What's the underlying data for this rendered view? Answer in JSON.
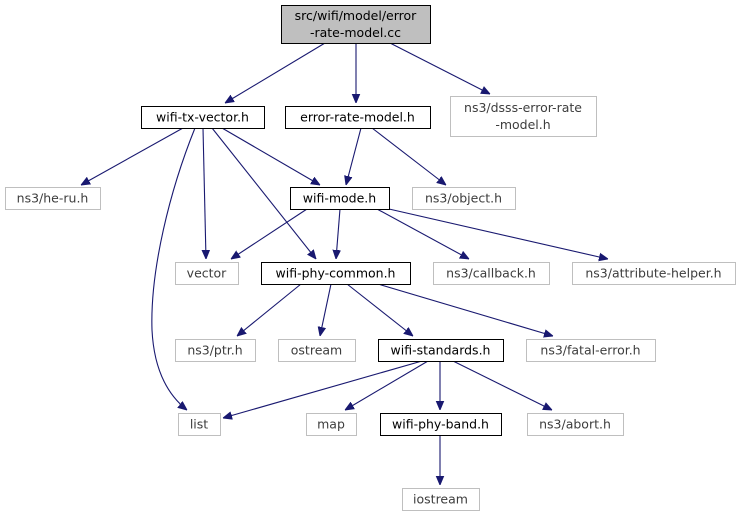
{
  "graph": {
    "nodes": [
      {
        "id": "root",
        "lines": [
          "src/wifi/model/error",
          "-rate-model.cc"
        ],
        "kind": "root"
      },
      {
        "id": "wifi_tx_vector",
        "lines": [
          "wifi-tx-vector.h"
        ],
        "kind": "int"
      },
      {
        "id": "error_rate_model",
        "lines": [
          "error-rate-model.h"
        ],
        "kind": "int"
      },
      {
        "id": "dsss_error_rate",
        "lines": [
          "ns3/dsss-error-rate",
          "-model.h"
        ],
        "kind": "ext"
      },
      {
        "id": "he_ru",
        "lines": [
          "ns3/he-ru.h"
        ],
        "kind": "ext"
      },
      {
        "id": "wifi_mode",
        "lines": [
          "wifi-mode.h"
        ],
        "kind": "int"
      },
      {
        "id": "object",
        "lines": [
          "ns3/object.h"
        ],
        "kind": "ext"
      },
      {
        "id": "vector",
        "lines": [
          "vector"
        ],
        "kind": "ext"
      },
      {
        "id": "wifi_phy_common",
        "lines": [
          "wifi-phy-common.h"
        ],
        "kind": "int"
      },
      {
        "id": "callback",
        "lines": [
          "ns3/callback.h"
        ],
        "kind": "ext"
      },
      {
        "id": "attribute_helper",
        "lines": [
          "ns3/attribute-helper.h"
        ],
        "kind": "ext"
      },
      {
        "id": "ptr",
        "lines": [
          "ns3/ptr.h"
        ],
        "kind": "ext"
      },
      {
        "id": "ostream",
        "lines": [
          "ostream"
        ],
        "kind": "ext"
      },
      {
        "id": "wifi_standards",
        "lines": [
          "wifi-standards.h"
        ],
        "kind": "int"
      },
      {
        "id": "fatal_error",
        "lines": [
          "ns3/fatal-error.h"
        ],
        "kind": "ext"
      },
      {
        "id": "list",
        "lines": [
          "list"
        ],
        "kind": "ext"
      },
      {
        "id": "map",
        "lines": [
          "map"
        ],
        "kind": "ext"
      },
      {
        "id": "wifi_phy_band",
        "lines": [
          "wifi-phy-band.h"
        ],
        "kind": "int"
      },
      {
        "id": "abort",
        "lines": [
          "ns3/abort.h"
        ],
        "kind": "ext"
      },
      {
        "id": "iostream",
        "lines": [
          "iostream"
        ],
        "kind": "ext"
      }
    ],
    "edges": [
      {
        "from": "root",
        "to": "wifi_tx_vector"
      },
      {
        "from": "root",
        "to": "error_rate_model"
      },
      {
        "from": "root",
        "to": "dsss_error_rate"
      },
      {
        "from": "wifi_tx_vector",
        "to": "he_ru"
      },
      {
        "from": "wifi_tx_vector",
        "to": "wifi_mode"
      },
      {
        "from": "wifi_tx_vector",
        "to": "vector"
      },
      {
        "from": "wifi_tx_vector",
        "to": "wifi_phy_common"
      },
      {
        "from": "wifi_tx_vector",
        "to": "list"
      },
      {
        "from": "error_rate_model",
        "to": "wifi_mode"
      },
      {
        "from": "error_rate_model",
        "to": "object"
      },
      {
        "from": "wifi_mode",
        "to": "vector"
      },
      {
        "from": "wifi_mode",
        "to": "wifi_phy_common"
      },
      {
        "from": "wifi_mode",
        "to": "callback"
      },
      {
        "from": "wifi_mode",
        "to": "attribute_helper"
      },
      {
        "from": "wifi_phy_common",
        "to": "ptr"
      },
      {
        "from": "wifi_phy_common",
        "to": "ostream"
      },
      {
        "from": "wifi_phy_common",
        "to": "wifi_standards"
      },
      {
        "from": "wifi_phy_common",
        "to": "fatal_error"
      },
      {
        "from": "wifi_standards",
        "to": "list"
      },
      {
        "from": "wifi_standards",
        "to": "map"
      },
      {
        "from": "wifi_standards",
        "to": "wifi_phy_band"
      },
      {
        "from": "wifi_standards",
        "to": "abort"
      },
      {
        "from": "wifi_phy_band",
        "to": "iostream"
      }
    ]
  },
  "colors": {
    "edge": "#191970",
    "root_fill": "#bfbfbf",
    "internal_border": "#000000",
    "external_border": "#bfbfbf"
  }
}
